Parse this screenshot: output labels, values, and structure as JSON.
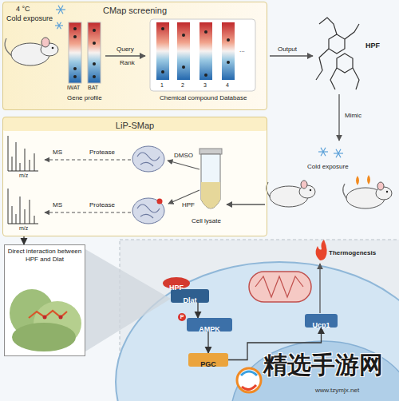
{
  "diagram": {
    "nodes": [
      {
        "text": [
          "CMap screening"
        ]
      },
      {
        "text": [
          "LiP-SMap"
        ]
      },
      {
        "text": [
          "Direct interaction between HPF and Dlat"
        ]
      },
      {
        "text": [
          "HPF"
        ]
      },
      {
        "text": [
          "Dlat"
        ]
      },
      {
        "text": [
          "AMPK"
        ]
      },
      {
        "text": [
          "PGC"
        ]
      },
      {
        "text": [
          "Ucp1"
        ]
      }
    ],
    "edges": [
      {
        "from": 1,
        "to": 2,
        "arrow": "to"
      },
      {
        "from": 4,
        "to": 5,
        "arrow": "to"
      },
      {
        "from": 5,
        "to": 6,
        "arrow": "to"
      },
      {
        "from": 6,
        "to": 7,
        "arrow": "to"
      }
    ],
    "labels": [
      "4 °C",
      "Cold exposure",
      "iWAT",
      "BAT",
      "Gene profile",
      "Query",
      "Rank",
      "1",
      "2",
      "3",
      "4",
      "...",
      "Chemical compound Database",
      "Output",
      "HPF",
      "Mimic",
      "Cold exposure",
      "Cell lysate",
      "DMSO",
      "HPF",
      "Protease",
      "Protease",
      "MS",
      "MS",
      "m/z",
      "m/z",
      "P",
      "Thermogenesis",
      "精选手游网",
      "www.tzymjx.net"
    ]
  }
}
